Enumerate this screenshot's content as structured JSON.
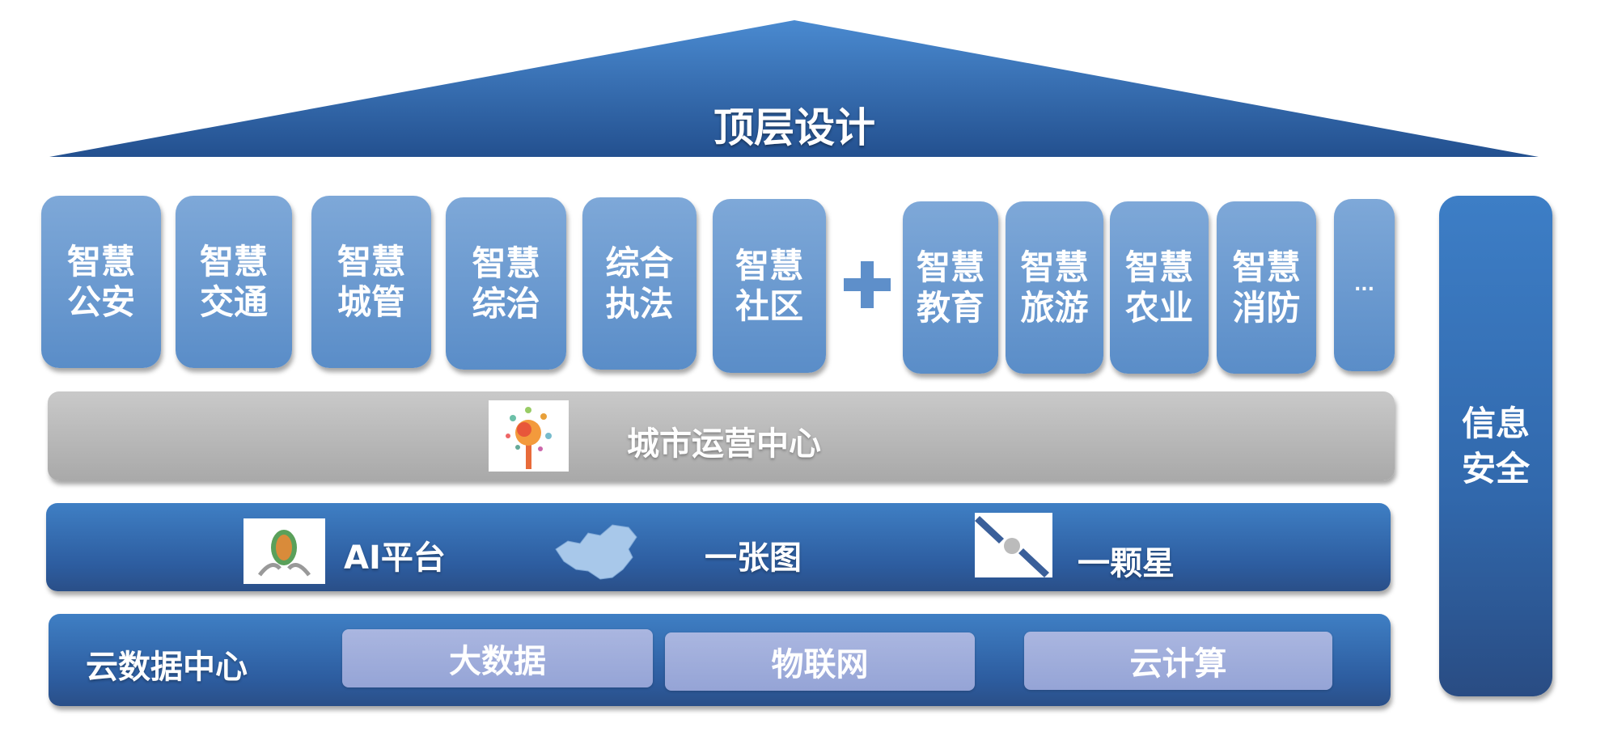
{
  "roof": {
    "title": "顶层设计"
  },
  "applications": [
    {
      "label": "智慧公安"
    },
    {
      "label": "智慧交通"
    },
    {
      "label": "智慧城管"
    },
    {
      "label": "智慧综治"
    },
    {
      "label": "综合执法"
    },
    {
      "label": "智慧社区"
    }
  ],
  "extensions": [
    {
      "label": "智慧教育"
    },
    {
      "label": "智慧旅游"
    },
    {
      "label": "智慧农业"
    },
    {
      "label": "智慧消防"
    },
    {
      "label": "..."
    }
  ],
  "operations_center": {
    "label": "城市运营中心"
  },
  "platform": {
    "ai": "AI平台",
    "map": "一张图",
    "satellite": "一颗星"
  },
  "cloud": {
    "title": "云数据中心",
    "items": [
      "大数据",
      "物联网",
      "云计算"
    ]
  },
  "security": {
    "label": "信息安全"
  },
  "colors": {
    "roof": "#2f64a8",
    "tile": "#6a9bd2",
    "gray_bar": "#b5b5b5",
    "blue_bar": "#3466aa",
    "sub_box": "#a0addb"
  }
}
